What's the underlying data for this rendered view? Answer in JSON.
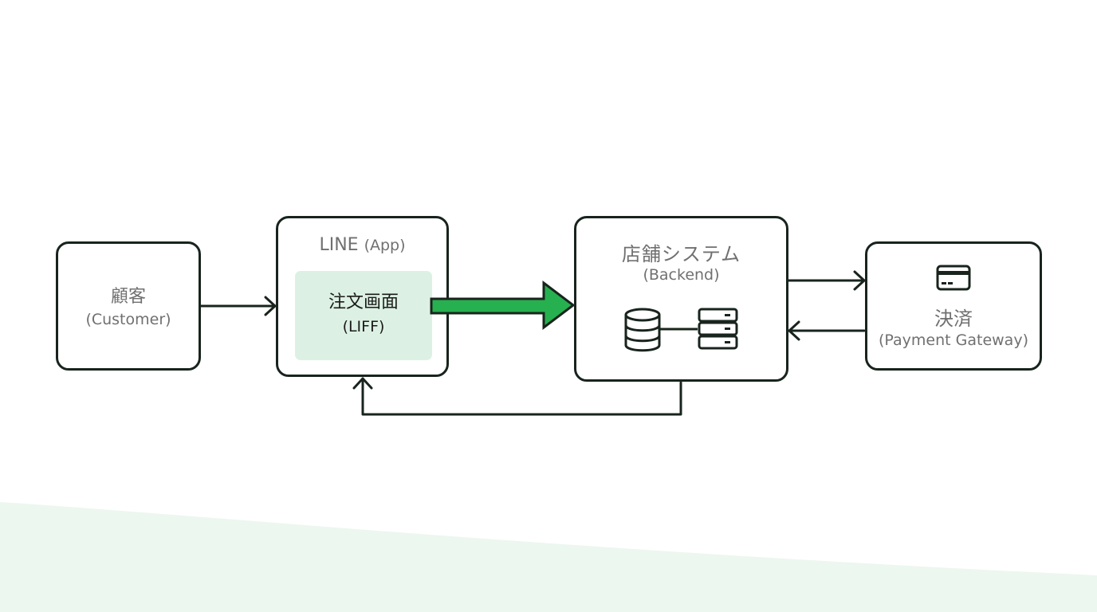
{
  "diagram": {
    "nodes": {
      "customer": {
        "title": "顧客",
        "subtitle": "(Customer)"
      },
      "line_app": {
        "title": "LINE",
        "title_paren": "(App)"
      },
      "order_screen": {
        "title": "注文画面",
        "subtitle": "(LIFF)"
      },
      "backend": {
        "title": "店舗システム",
        "subtitle": "(Backend)",
        "icons": [
          "database-icon",
          "server-icon"
        ]
      },
      "payment": {
        "title": "決済",
        "subtitle": "(Payment Gateway)",
        "icons": [
          "credit-card-icon"
        ]
      }
    },
    "edges": [
      {
        "from": "customer",
        "to": "line_app",
        "style": "arrow"
      },
      {
        "from": "order_screen",
        "to": "backend",
        "style": "thick-highlight-arrow"
      },
      {
        "from": "backend",
        "to": "payment",
        "style": "arrow"
      },
      {
        "from": "payment",
        "to": "backend",
        "style": "arrow"
      },
      {
        "from": "backend",
        "to": "line_app",
        "style": "elbow-arrow"
      }
    ],
    "colors": {
      "stroke": "#18241d",
      "accent": "#27b04f",
      "accent_fill": "#dcf1e3",
      "muted_text": "#707070",
      "background_wave": "#ecf7ef"
    }
  }
}
